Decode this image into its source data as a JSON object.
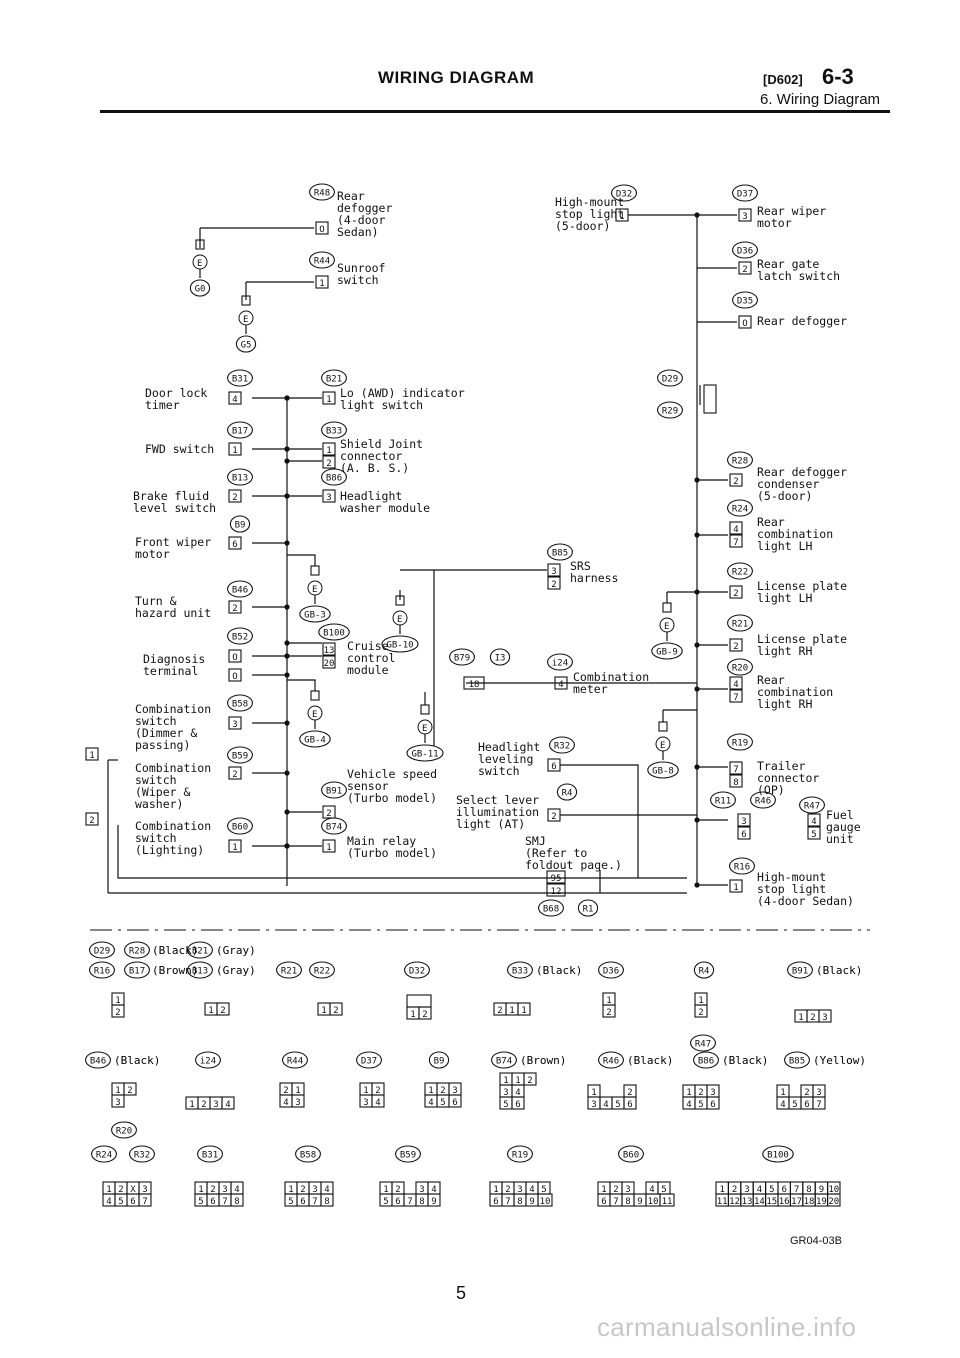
{
  "header": {
    "title": "WIRING DIAGRAM",
    "code": "[D602]",
    "section": "6-3",
    "subtitle": "6. Wiring Diagram"
  },
  "components": {
    "rear_defogger_4door": [
      "Rear",
      "defogger",
      "(4-door",
      "Sedan)"
    ],
    "sunroof": [
      "Sunroof",
      "switch"
    ],
    "hm_stop_5door": [
      "High-mount",
      "stop light",
      "(5-door)"
    ],
    "rear_wiper": [
      "Rear wiper",
      "motor"
    ],
    "rear_gate": [
      "Rear gate",
      "latch switch"
    ],
    "rear_defogger": [
      "Rear defogger"
    ],
    "door_lock": [
      "Door lock",
      "timer"
    ],
    "lo_awd": [
      "Lo (AWD) indicator",
      "light switch"
    ],
    "fwd": [
      "FWD switch"
    ],
    "shield": [
      "Shield Joint",
      "connector",
      "(A. B. S.)"
    ],
    "brake": [
      "Brake fluid",
      "level switch"
    ],
    "headlight_washer": [
      "Headlight",
      "washer module"
    ],
    "rd_condenser": [
      "Rear defogger",
      "condenser",
      "(5-door)"
    ],
    "front_wiper": [
      "Front wiper",
      "motor"
    ],
    "rear_combi_lh": [
      "Rear",
      "combination",
      "light LH"
    ],
    "srs": [
      "SRS",
      "harness"
    ],
    "turn": [
      "Turn &",
      "hazard unit"
    ],
    "license_lh": [
      "License plate",
      "light LH"
    ],
    "cruise": [
      "Cruise",
      "control",
      "module"
    ],
    "license_rh": [
      "License plate",
      "light RH"
    ],
    "diag": [
      "Diagnosis",
      "terminal"
    ],
    "combi_meter": [
      "Combination",
      "meter"
    ],
    "rear_combi_rh": [
      "Rear",
      "combination",
      "light RH"
    ],
    "combi_dimmer": [
      "Combination",
      "switch",
      "(Dimmer &",
      "passing)"
    ],
    "hl_leveling": [
      "Headlight",
      "leveling",
      "switch"
    ],
    "trailer": [
      "Trailer",
      "connector",
      "(OP)"
    ],
    "combi_wiper": [
      "Combination",
      "switch",
      "(Wiper &",
      "washer)"
    ],
    "vss": [
      "Vehicle speed",
      "sensor",
      "(Turbo model)"
    ],
    "select_lever": [
      "Select lever",
      "illumination",
      "light (AT)"
    ],
    "fuel": [
      "Fuel",
      "gauge",
      "unit"
    ],
    "combi_lighting": [
      "Combination",
      "switch",
      "(Lighting)"
    ],
    "main_relay": [
      "Main relay",
      "(Turbo model)"
    ],
    "smj": [
      "SMJ",
      "(Refer to",
      "foldout page.)"
    ],
    "hm_stop_4door": [
      "High-mount",
      "stop light",
      "(4-door Sedan)"
    ]
  },
  "connector_ids": {
    "R48": "R48",
    "R44": "R44",
    "D32": "D32",
    "D37": "D37",
    "D36": "D36",
    "D35": "D35",
    "G0": "G0",
    "G5": "G5",
    "B31": "B31",
    "B21": "B21",
    "D29": "D29",
    "R29": "R29",
    "B17": "B17",
    "B33": "B33",
    "R28": "R28",
    "B13": "B13",
    "B86": "B86",
    "R24": "R24",
    "B9": "B9",
    "B85": "B85",
    "R22": "R22",
    "B46": "B46",
    "GB3": "GB-3",
    "R21": "R21",
    "B100": "B100",
    "GB10": "GB-10",
    "GB9": "GB-9",
    "B52": "B52",
    "B79": "B79",
    "I3": "I3",
    "I24": "i24",
    "R20": "R20",
    "B58": "B58",
    "GB4": "GB-4",
    "GB11": "GB-11",
    "R32": "R32",
    "R19": "R19",
    "GB8": "GB-8",
    "B59": "B59",
    "B91": "B91",
    "R4": "R4",
    "R11": "R11",
    "R46": "R46",
    "R47": "R47",
    "B60": "B60",
    "B74": "B74",
    "R16": "R16",
    "B68": "B68",
    "R1": "R1",
    "ground_E": "E",
    "sign_1": "1",
    "sign_2": "2"
  },
  "connector_table": {
    "row1": [
      "D29",
      "R28",
      "(Black)",
      "B21",
      "(Gray)"
    ],
    "row2": [
      "R16",
      "B17",
      "(Brown)",
      "B13",
      "(Gray)",
      "R21",
      "R22",
      "D32",
      "B33",
      "(Black)",
      "D36",
      "R4",
      "B91",
      "(Black)"
    ],
    "row3": [
      "B46",
      "(Black)",
      "i24",
      "R44",
      "D37",
      "B9",
      "B74",
      "(Brown)",
      "R46",
      "(Black)",
      "B86",
      "(Black)",
      "B85",
      "(Yellow)",
      "R47"
    ],
    "row4": [
      "R20",
      "R24",
      "R32",
      "B31",
      "B58",
      "B59",
      "R19",
      "B60",
      "B100"
    ]
  },
  "page_number": "5",
  "figure_code": "GR04-03B",
  "watermark": "carmanualsonline.info"
}
